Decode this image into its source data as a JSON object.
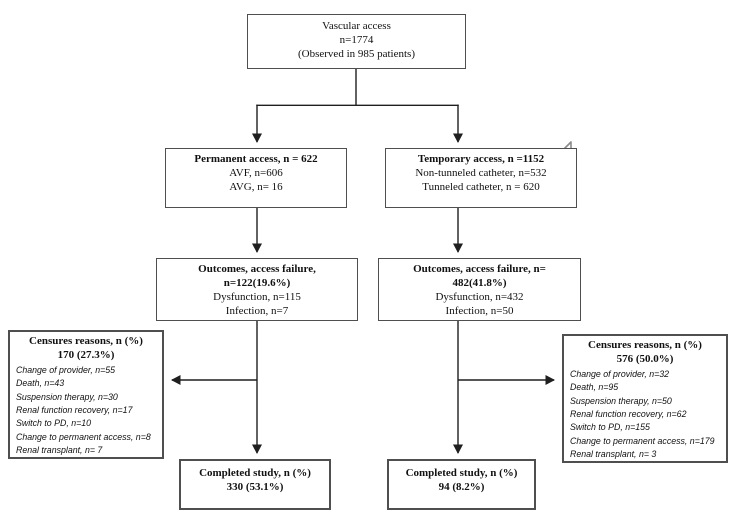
{
  "colors": {
    "box_border": "#4f4f4f",
    "line": "#1f1f1f",
    "text": "#111111",
    "cursor_fill": "#ffffff",
    "cursor_stroke": "#8a8a8a",
    "bg": "#ffffff"
  },
  "cursor": {
    "icon": "arrow-pointer"
  },
  "diagram": {
    "vascular": {
      "line1": "Vascular access",
      "line2": "n=1774",
      "line3": "(Observed in 985 patients)"
    },
    "permanent": {
      "title": "Permanent access, n = 622",
      "line1": "AVF, n=606",
      "line2": "AVG, n= 16"
    },
    "temporary": {
      "title": "Temporary access, n =1152",
      "line1": "Non-tunneled catheter, n=532",
      "line2": "Tunneled catheter, n = 620"
    },
    "outcomes_permanent": {
      "title1": "Outcomes, access failure,",
      "title2": "n=122(19.6%)",
      "line1": "Dysfunction, n=115",
      "line2": "Infection, n=7"
    },
    "outcomes_temporary": {
      "title1": "Outcomes, access failure, n=",
      "title2": "482(41.8%)",
      "line1": "Dysfunction, n=432",
      "line2": "Infection, n=50"
    },
    "censures_permanent": {
      "title1": "Censures reasons, n (%)",
      "title2": "170 (27.3%)",
      "items": [
        "Change of provider, n=55",
        "Death, n=43",
        "Suspension therapy, n=30",
        "Renal function recovery, n=17",
        "Switch to PD, n=10",
        "Change to permanent access, n=8",
        "Renal transplant, n= 7"
      ]
    },
    "censures_temporary": {
      "title1": "Censures reasons, n (%)",
      "title2": "576 (50.0%)",
      "items": [
        "Change of provider, n=32",
        "Death, n=95",
        "Suspension therapy, n=50",
        "Renal function recovery, n=62",
        "Switch to PD, n=155",
        "Change to permanent access, n=179",
        "Renal transplant, n= 3"
      ]
    },
    "completed_permanent": {
      "title1": "Completed study, n (%)",
      "title2": "330 (53.1%)"
    },
    "completed_temporary": {
      "title1": "Completed study, n (%)",
      "title2": "94 (8.2%)"
    }
  }
}
